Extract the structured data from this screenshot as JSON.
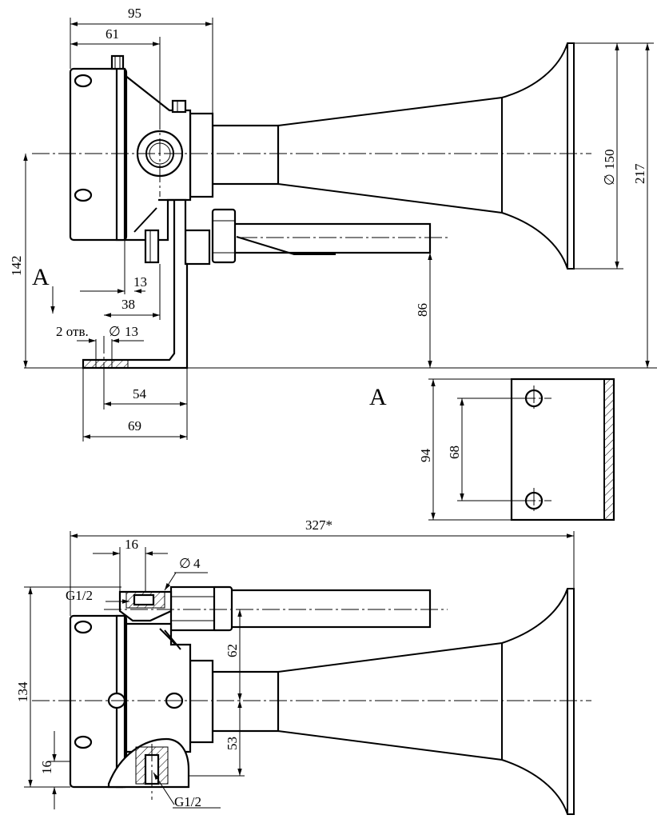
{
  "dimensions": {
    "d95": "95",
    "d61": "61",
    "d142": "142",
    "d13": "13",
    "d38": "38",
    "holes": "2 отв.",
    "hole_dia": "13",
    "d86": "86",
    "d150": "150",
    "d217": "217",
    "d54": "54",
    "d69": "69",
    "d94": "94",
    "d68": "68",
    "d327": "327*",
    "d16_top": "16",
    "d4": "4",
    "d62": "62",
    "d134": "134",
    "d53": "53",
    "d16_left": "16"
  },
  "threads": {
    "upper": "G1/2",
    "lower": "G1/2"
  },
  "views": {
    "section_marker": "A",
    "view_title": "A"
  }
}
